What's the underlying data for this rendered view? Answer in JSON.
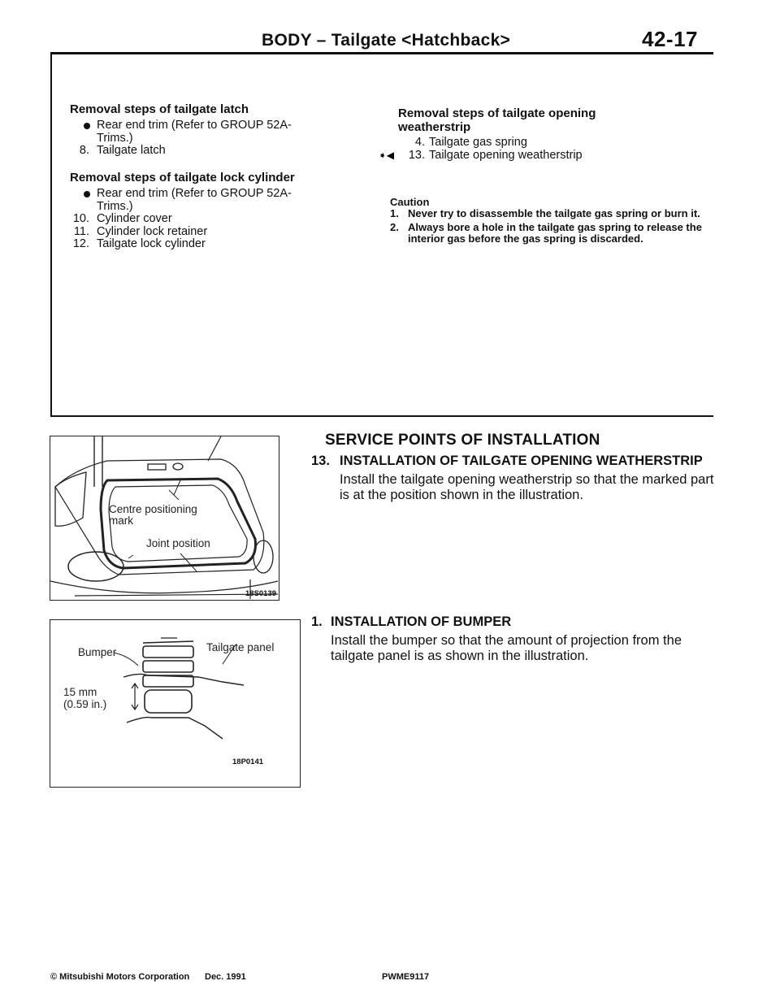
{
  "header": {
    "title": "BODY – Tailgate <Hatchback>",
    "page_number": "42-17"
  },
  "latch": {
    "title": "Removal steps of tailgate latch",
    "bullet": "Rear end trim (Refer to GROUP 52A-Trims.)",
    "items": [
      {
        "num": "8.",
        "text": "Tailgate latch"
      }
    ]
  },
  "lock_cylinder": {
    "title": "Removal steps of tailgate lock cylinder",
    "bullet": "Rear end trim (Refer to GROUP 52A-Trims.)",
    "items": [
      {
        "num": "10.",
        "text": "Cylinder cover"
      },
      {
        "num": "11.",
        "text": "Cylinder lock retainer"
      },
      {
        "num": "12.",
        "text": "Tailgate lock cylinder"
      }
    ]
  },
  "weatherstrip": {
    "title": "Removal steps of tailgate opening weatherstrip",
    "items": [
      {
        "num": "4.",
        "text": "Tailgate gas spring",
        "marker": ""
      },
      {
        "num": "13.",
        "text": "Tailgate opening weatherstrip",
        "marker": "➧◀"
      }
    ]
  },
  "caution": {
    "title": "Caution",
    "items": [
      {
        "num": "1.",
        "text": "Never try to disassemble the tailgate gas spring or burn it."
      },
      {
        "num": "2.",
        "text": "Always bore a hole in the tailgate gas spring to release the interior gas before the gas spring is discarded."
      }
    ]
  },
  "service": {
    "title": "SERVICE POINTS OF INSTALLATION",
    "sections": [
      {
        "heading_num": "13.",
        "heading": "INSTALLATION OF TAILGATE OPENING WEATHERSTRIP",
        "body": "Install the tailgate opening weatherstrip so that the marked part is at the position shown in the illustration."
      },
      {
        "heading_num": "1.",
        "heading": "INSTALLATION OF BUMPER",
        "body": "Install the bumper so that the amount of projection from the tailgate panel is as shown in the illustration."
      }
    ]
  },
  "figure1": {
    "label_centre_line1": "Centre positioning",
    "label_centre_line2": "mark",
    "label_joint": "Joint position",
    "code": "18S0139"
  },
  "figure2": {
    "label_bumper": "Bumper",
    "label_panel": "Tailgate panel",
    "label_dim_line1": "15 mm",
    "label_dim_line2": "(0.59 in.)",
    "code": "18P0141"
  },
  "footer": {
    "copyright": "© Mitsubishi Motors Corporation",
    "date": "Dec. 1991",
    "doc_code": "PWME9117"
  }
}
